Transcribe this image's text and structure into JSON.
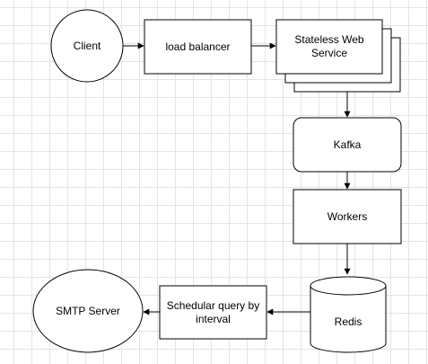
{
  "diagram": {
    "nodes": {
      "client": "Client",
      "load_balancer": "load balancer",
      "web_service": "Stateless Web Service",
      "kafka": "Kafka",
      "workers": "Workers",
      "redis": "Redis",
      "scheduler": "Schedular query by interval",
      "smtp": "SMTP Server"
    },
    "edges": [
      {
        "from": "client",
        "to": "load_balancer"
      },
      {
        "from": "load_balancer",
        "to": "web_service"
      },
      {
        "from": "web_service",
        "to": "kafka"
      },
      {
        "from": "kafka",
        "to": "workers"
      },
      {
        "from": "workers",
        "to": "redis"
      },
      {
        "from": "redis",
        "to": "scheduler"
      },
      {
        "from": "scheduler",
        "to": "smtp"
      }
    ],
    "colors": {
      "stroke": "#000000",
      "fill": "#ffffff",
      "grid": "#e4e4e4"
    }
  }
}
